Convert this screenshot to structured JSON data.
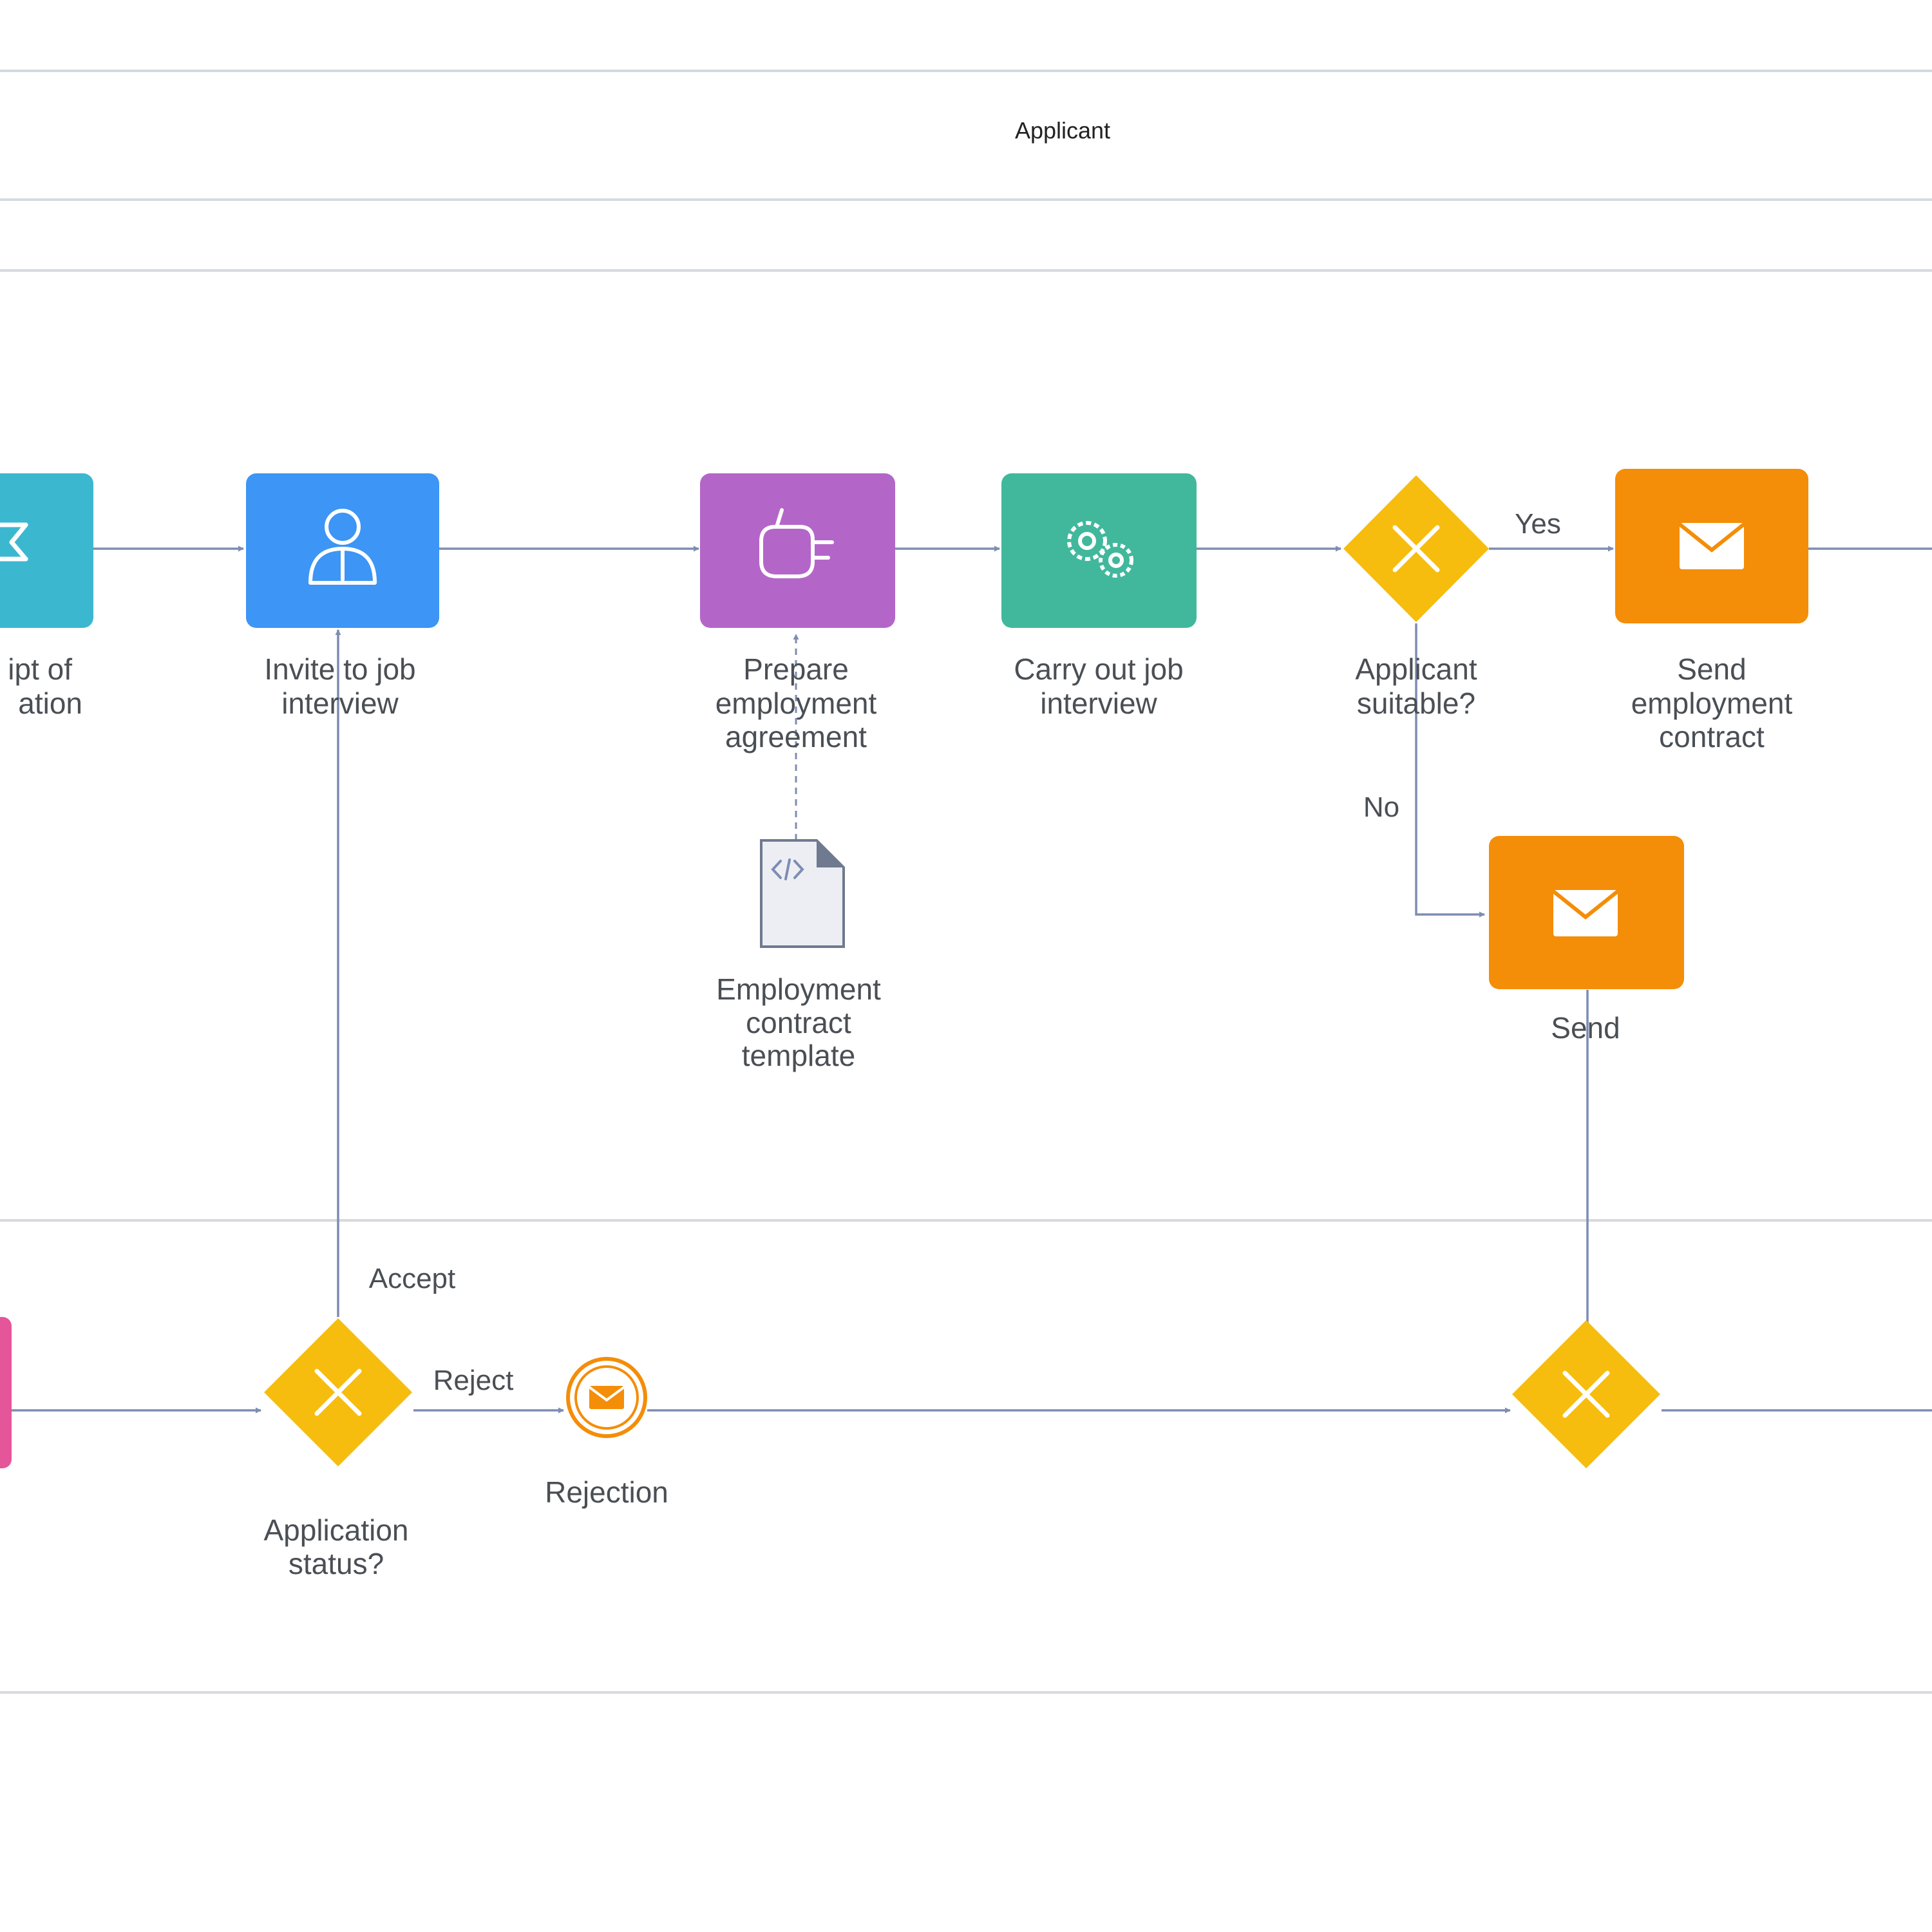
{
  "colors": {
    "background": "#ffffff",
    "lane_line": "#d6d9de",
    "flow": "#7d8db3",
    "teal": "#3bb8d0",
    "blue": "#3d95f5",
    "purple": "#b466c8",
    "green": "#41b89c",
    "gateway": "#f6bd0f",
    "orange": "#f48d08",
    "pink": "#e5559a",
    "doc_fill": "#eceef3",
    "doc_stroke": "#6f7a90",
    "text": "#4a4f55"
  },
  "pool": {
    "lane_title": "Applicant"
  },
  "tasks": {
    "receipt": {
      "label_lines": [
        "ipt of",
        "ation"
      ],
      "icon": "envelope-icon"
    },
    "invite": {
      "label_lines": [
        "Invite to job",
        "interview"
      ],
      "icon": "user-icon"
    },
    "prepare": {
      "label_lines": [
        "Prepare",
        "employment",
        "agreement"
      ],
      "icon": "hand-icon"
    },
    "carry_out": {
      "label_lines": [
        "Carry out job",
        "interview"
      ],
      "icon": "gears-icon"
    },
    "send_contract": {
      "label_lines": [
        "Send",
        "employment",
        "contract"
      ],
      "icon": "envelope-icon"
    },
    "send_no": {
      "label_lines": [
        "Send"
      ],
      "icon": "envelope-icon"
    }
  },
  "gateways": {
    "suitable": {
      "label_lines": [
        "Applicant",
        "suitable?"
      ]
    },
    "status": {
      "label_lines": [
        "Application",
        "status?"
      ]
    },
    "merge": {
      "label_lines": []
    }
  },
  "events": {
    "rejection": {
      "label": "Rejection",
      "icon": "message-icon"
    }
  },
  "document": {
    "label_lines": [
      "Employment",
      "contract",
      "template"
    ],
    "icon": "code-icon"
  },
  "flow_labels": {
    "yes": "Yes",
    "no": "No",
    "accept": "Accept",
    "reject": "Reject"
  }
}
